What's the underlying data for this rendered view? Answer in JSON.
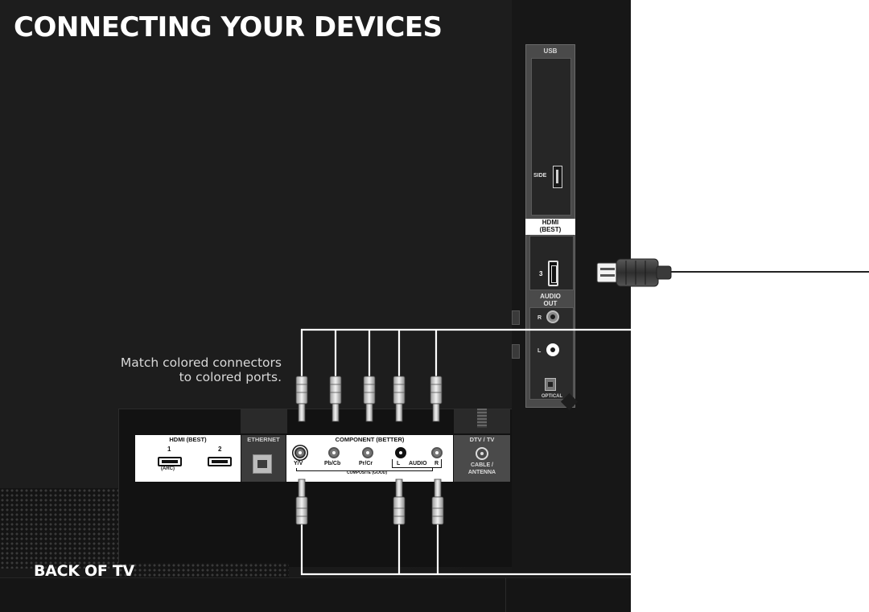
{
  "title": "CONNECTING YOUR DEVICES",
  "caption_line1": "Match colored connectors",
  "caption_line2": "to colored ports.",
  "back_label": "BACK OF TV",
  "side_panel": {
    "usb": "USB",
    "side": "SIDE",
    "hdmi_line1": "HDMI",
    "hdmi_line2": "(BEST)",
    "hdmi_port_number": "3",
    "audio_out_line1": "AUDIO",
    "audio_out_line2": "OUT",
    "audio_r": "R",
    "audio_l": "L",
    "optical": "OPTICAL"
  },
  "bottom_panel": {
    "hdmi_header": "HDMI (BEST)",
    "hdmi_port1": "1",
    "hdmi_port2": "2",
    "arc": "(ARC)",
    "ethernet_header": "ETHERNET",
    "component_header": "COMPONENT (BETTER)",
    "yv": "Y/V",
    "pbcb": "Pb/Cb",
    "prcr": "Pr/Cr",
    "audio_l": "L",
    "audio": "AUDIO",
    "audio_r": "R",
    "composite": "COMPOSITE (GOOD)",
    "dtv_header": "DTV / TV",
    "cable_line1": "CABLE /",
    "cable_line2": "ANTENNA"
  },
  "colors": {
    "background_dark": "#1d1d1d",
    "cable_white": "#ffffff",
    "panel_white": "#ffffff",
    "panel_gray": "#4a4a4a"
  }
}
